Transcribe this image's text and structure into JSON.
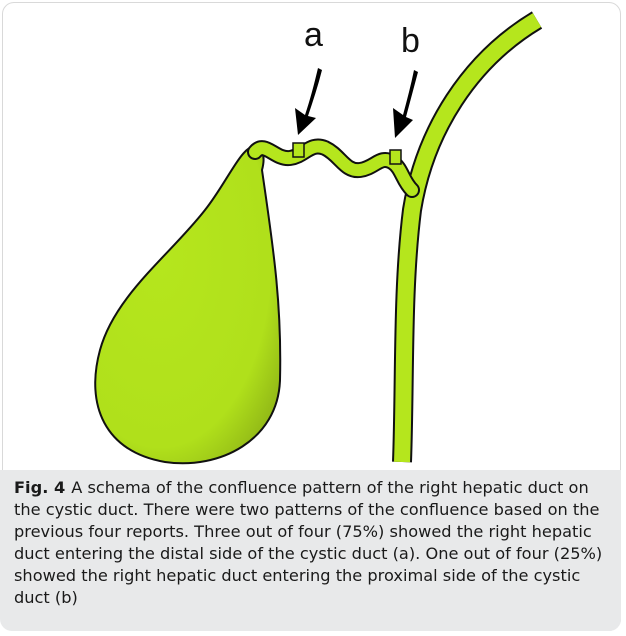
{
  "figure": {
    "label": "Fig. 4",
    "caption": "A schema of the confluence pattern of the right hepatic duct on the cystic duct. There were two patterns of the confluence based on the previous four reports. Three out of four (75%) showed the right hepatic duct entering the distal side of the cystic duct (a). One out of four (25%) showed the right hepatic duct entering the proximal side of the cystic duct (b)"
  },
  "illustration": {
    "arrow_labels": [
      "a",
      "b"
    ],
    "colors": {
      "organ_fill": "#b5e61d",
      "organ_shadow": "#8fb516",
      "stroke": "#111111",
      "arrow": "#000000"
    }
  }
}
